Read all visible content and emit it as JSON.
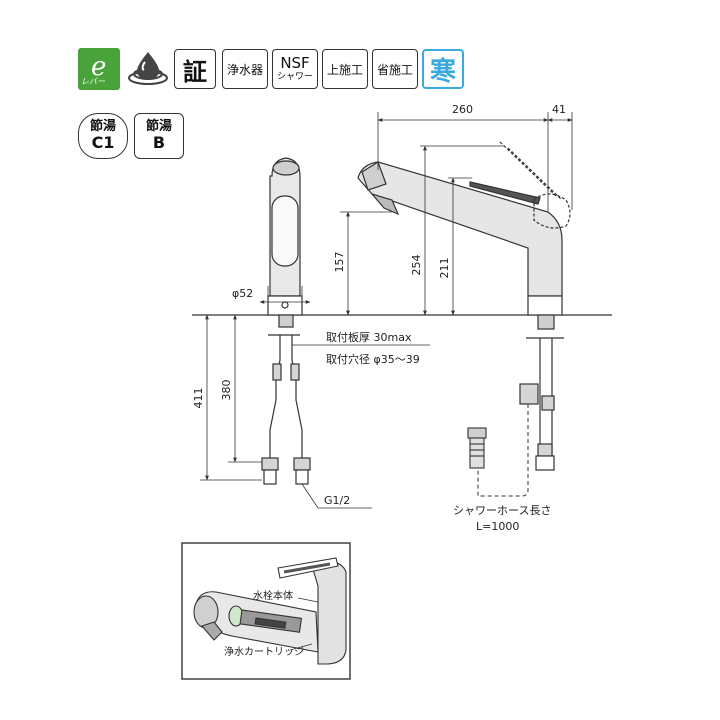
{
  "badges": {
    "lever_small": "レバー",
    "cert": "証",
    "water_purifier": "浄水器",
    "nsf_line1": "NSF",
    "nsf_line2": "シャワー",
    "top_install": "上施工",
    "saving_install": "省施工",
    "cold": "寒",
    "c1_top": "節湯",
    "c1_bottom": "C1",
    "b_top": "節湯",
    "b_bottom": "B"
  },
  "dimensions": {
    "w260": "260",
    "w41": "41",
    "h157": "157",
    "h254": "254",
    "h211": "211",
    "d52": "φ52",
    "h411": "411",
    "h380": "380"
  },
  "notes": {
    "plate_thickness": "取付板厚 30max",
    "hole_diameter": "取付穴径 φ35〜39",
    "thread": "G1/2",
    "hose_label": "シャワーホース長さ",
    "hose_length": "L=1000",
    "body_label": "水栓本体",
    "cartridge_label": "浄水カートリッジ"
  },
  "colors": {
    "accent_blue": "#3aa9e0",
    "eco_green": "#4aa33a",
    "line": "#333333"
  }
}
